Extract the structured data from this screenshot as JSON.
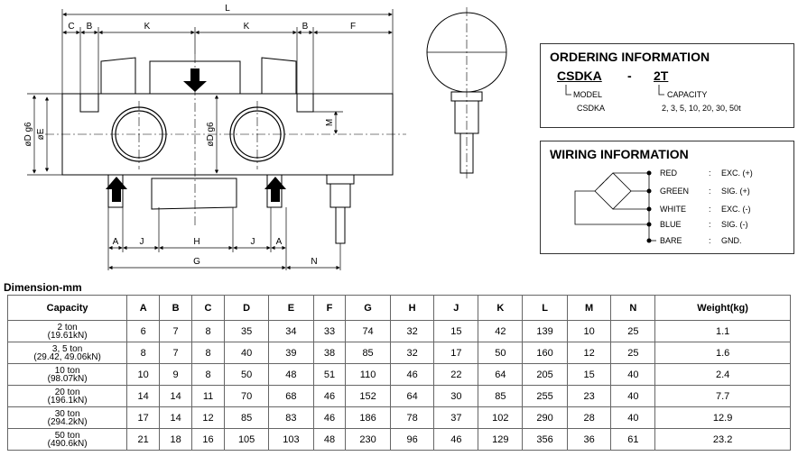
{
  "drawing": {
    "labels": {
      "L": "L",
      "C": "C",
      "B": "B",
      "K": "K",
      "F": "F",
      "A": "A",
      "J": "J",
      "H": "H",
      "G": "G",
      "N": "N",
      "M": "M",
      "D": "øD g6",
      "E": "øE"
    }
  },
  "ordering": {
    "title": "ORDERING INFORMATION",
    "model_code": "CSDKA",
    "dash": "-",
    "capacity_code": "2T",
    "model_label": "MODEL",
    "model_value": "CSDKA",
    "capacity_label": "CAPACITY",
    "capacity_values": "2, 3, 5, 10, 20, 30, 50t"
  },
  "wiring": {
    "title": "WIRING INFORMATION",
    "rows": [
      {
        "color": "RED",
        "sep": ":",
        "signal": "EXC. (+)"
      },
      {
        "color": "GREEN",
        "sep": ":",
        "signal": "SIG. (+)"
      },
      {
        "color": "WHITE",
        "sep": ":",
        "signal": "EXC. (-)"
      },
      {
        "color": "BLUE",
        "sep": ":",
        "signal": "SIG. (-)"
      },
      {
        "color": "BARE",
        "sep": ":",
        "signal": "GND."
      }
    ]
  },
  "table": {
    "title": "Dimension-mm",
    "headers": [
      "Capacity",
      "A",
      "B",
      "C",
      "D",
      "E",
      "F",
      "G",
      "H",
      "J",
      "K",
      "L",
      "M",
      "N",
      "Weight(kg)"
    ],
    "rows": [
      {
        "cap1": "2 ton",
        "cap2": "(19.61kN)",
        "vals": [
          "6",
          "7",
          "8",
          "35",
          "34",
          "33",
          "74",
          "32",
          "15",
          "42",
          "139",
          "10",
          "25",
          "1.1"
        ]
      },
      {
        "cap1": "3, 5 ton",
        "cap2": "(29.42, 49.06kN)",
        "vals": [
          "8",
          "7",
          "8",
          "40",
          "39",
          "38",
          "85",
          "32",
          "17",
          "50",
          "160",
          "12",
          "25",
          "1.6"
        ]
      },
      {
        "cap1": "10 ton",
        "cap2": "(98.07kN)",
        "vals": [
          "10",
          "9",
          "8",
          "50",
          "48",
          "51",
          "110",
          "46",
          "22",
          "64",
          "205",
          "15",
          "40",
          "2.4"
        ]
      },
      {
        "cap1": "20 ton",
        "cap2": "(196.1kN)",
        "vals": [
          "14",
          "14",
          "11",
          "70",
          "68",
          "46",
          "152",
          "64",
          "30",
          "85",
          "255",
          "23",
          "40",
          "7.7"
        ]
      },
      {
        "cap1": "30 ton",
        "cap2": "(294.2kN)",
        "vals": [
          "17",
          "14",
          "12",
          "85",
          "83",
          "46",
          "186",
          "78",
          "37",
          "102",
          "290",
          "28",
          "40",
          "12.9"
        ]
      },
      {
        "cap1": "50 ton",
        "cap2": "(490.6kN)",
        "vals": [
          "21",
          "18",
          "16",
          "105",
          "103",
          "48",
          "230",
          "96",
          "46",
          "129",
          "356",
          "36",
          "61",
          "23.2"
        ]
      }
    ]
  }
}
